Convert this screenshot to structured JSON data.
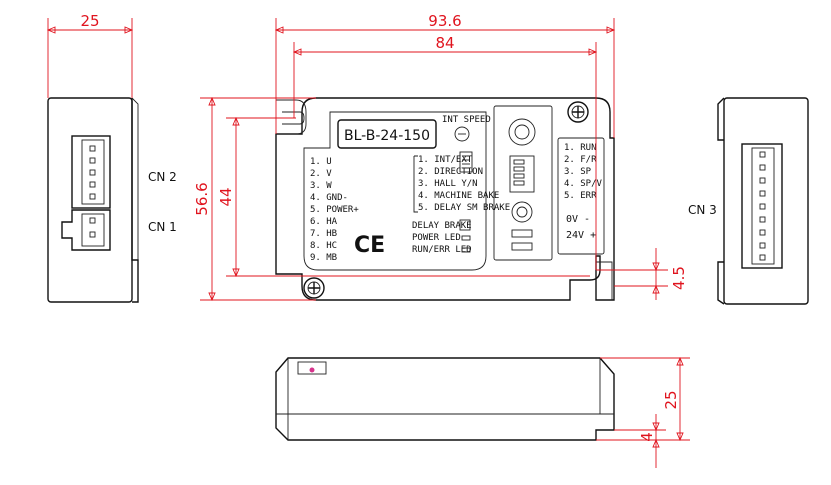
{
  "dimensions": {
    "side_width": "25",
    "total_length": "93.6",
    "hole_spacing": "84",
    "total_height": "56.6",
    "hole_height": "44",
    "offset": "4.5",
    "thickness": "25",
    "base": "4"
  },
  "connectors": {
    "cn1": "CN 1",
    "cn2": "CN 2",
    "cn3": "CN 3"
  },
  "label": {
    "model": "BL-B-24-150",
    "int_speed": "INT SPEED"
  },
  "motor_pins": [
    "1. U",
    "2. V",
    "3. W",
    "4. GND-",
    "5. POWER+",
    "6. HA",
    "7. HB",
    "8. HC",
    "9. MB"
  ],
  "dip_functions": [
    "1. INT/EXT",
    "2. DIRECTION",
    "3. HALL Y/N",
    "4. MACHINE BAKE",
    "5. DELAY SM BRAKE"
  ],
  "indicators": [
    "DELAY BRAKE",
    "POWER LED",
    "RUN/ERR LED"
  ],
  "control_pins": [
    "1. RUN",
    "2. F/R",
    "3. SP",
    "4. SP/V",
    "5. ERR"
  ],
  "power": {
    "neg": "0V  -",
    "pos": "24V +"
  },
  "ce_mark": "CE",
  "colors": {
    "dimension": "#e0141e",
    "outline": "#111111"
  }
}
